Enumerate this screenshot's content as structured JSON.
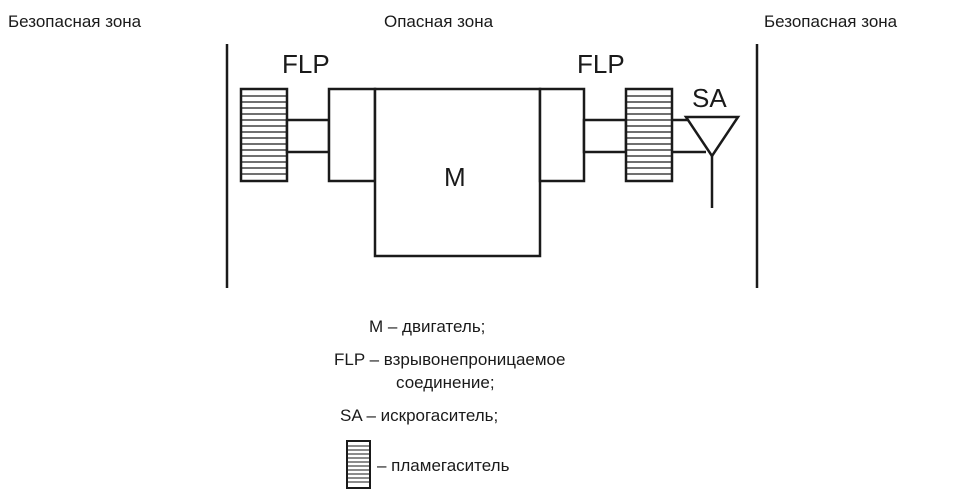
{
  "zones": {
    "left_safe": "Безопасная зона",
    "hazardous": "Опасная зона",
    "right_safe": "Безопасная зона"
  },
  "components": {
    "left_flp": "FLP",
    "right_flp": "FLP",
    "motor": "M",
    "spark_arrester": "SA"
  },
  "legend": {
    "motor": "М – двигатель;",
    "flp_line1": "FLP – взрывонепроницаемое",
    "flp_line2": "соединение;",
    "sa": "SA – искрогаситель;",
    "flame_arrester": "– пламегаситель"
  }
}
